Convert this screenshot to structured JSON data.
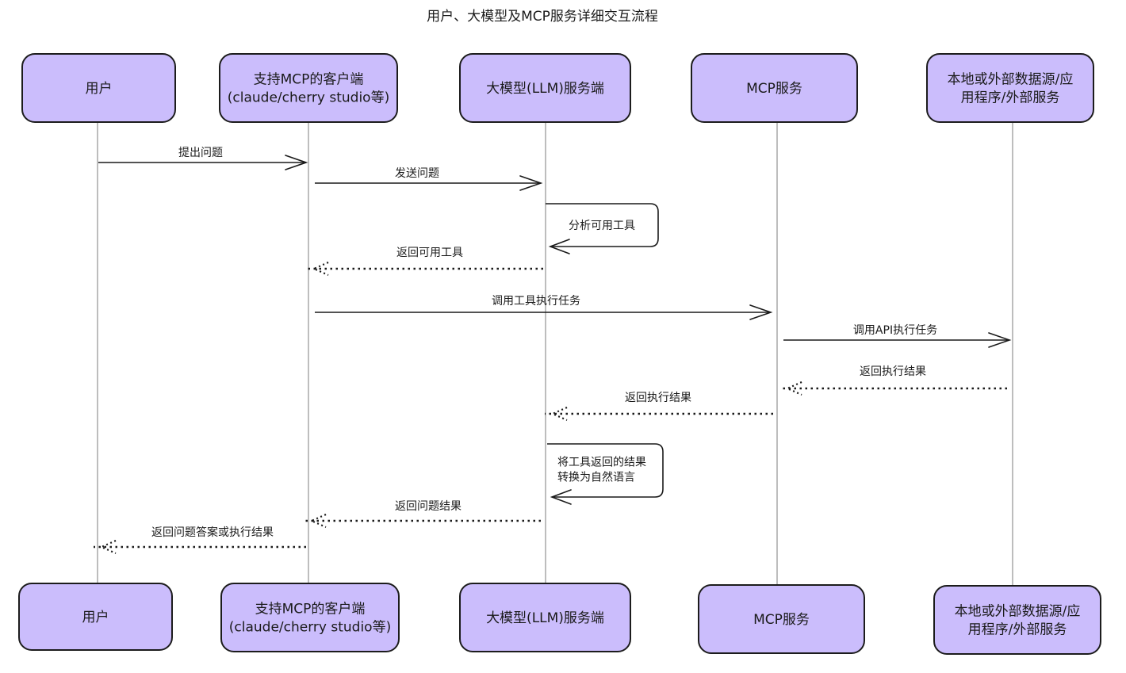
{
  "title": "用户、大模型及MCP服务详细交互流程",
  "actors": [
    {
      "id": "user",
      "lines": [
        "用户"
      ]
    },
    {
      "id": "client",
      "lines": [
        "支持MCP的客户端",
        "(claude/cherry studio等)"
      ]
    },
    {
      "id": "llm",
      "lines": [
        "大模型(LLM)服务端"
      ]
    },
    {
      "id": "mcp",
      "lines": [
        "MCP服务"
      ]
    },
    {
      "id": "ext",
      "lines": [
        "本地或外部数据源/应",
        "用程序/外部服务"
      ]
    }
  ],
  "messages": [
    {
      "from": "user",
      "to": "client",
      "style": "solid",
      "label": [
        "提出问题"
      ]
    },
    {
      "from": "client",
      "to": "llm",
      "style": "solid",
      "label": [
        "发送问题"
      ]
    },
    {
      "from": "llm",
      "to": "llm",
      "style": "self",
      "label": [
        "分析可用工具"
      ]
    },
    {
      "from": "llm",
      "to": "client",
      "style": "dotted",
      "label": [
        "返回可用工具"
      ]
    },
    {
      "from": "client",
      "to": "mcp",
      "style": "solid",
      "label": [
        "调用工具执行任务"
      ]
    },
    {
      "from": "mcp",
      "to": "ext",
      "style": "solid",
      "label": [
        "调用API执行任务"
      ]
    },
    {
      "from": "ext",
      "to": "mcp",
      "style": "dotted",
      "label": [
        "返回执行结果"
      ]
    },
    {
      "from": "mcp",
      "to": "llm",
      "style": "dotted",
      "label": [
        "返回执行结果"
      ]
    },
    {
      "from": "llm",
      "to": "llm",
      "style": "self",
      "label": [
        "将工具返回的结果",
        "转换为自然语言"
      ]
    },
    {
      "from": "llm",
      "to": "client",
      "style": "dotted",
      "label": [
        "返回问题结果"
      ]
    },
    {
      "from": "client",
      "to": "user",
      "style": "dotted",
      "label": [
        "返回问题答案或执行结果"
      ]
    }
  ]
}
